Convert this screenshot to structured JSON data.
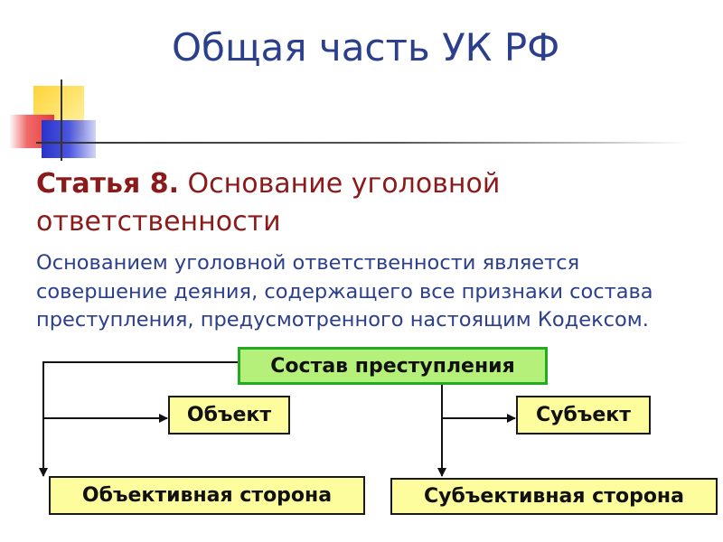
{
  "slide": {
    "title": "Общая часть УК РФ",
    "article_label": "Статья 8.",
    "article_title": "Основание уголовной ответственности",
    "body": "Основанием уголовной ответственности является совершение деяния, содержащего все признаки состава преступления, предусмотренного настоящим Кодексом."
  },
  "diagram": {
    "root": "Состав преступления",
    "object": "Объект",
    "subject": "Субъект",
    "objective_side": "Объективная сторона",
    "subjective_side": "Субъективная сторона"
  },
  "colors": {
    "title": "#2b3f8c",
    "heading": "#8b1a1a",
    "box_fill": "#fdfd9e",
    "root_fill": "#b5f07a",
    "root_border": "#22aa22"
  }
}
